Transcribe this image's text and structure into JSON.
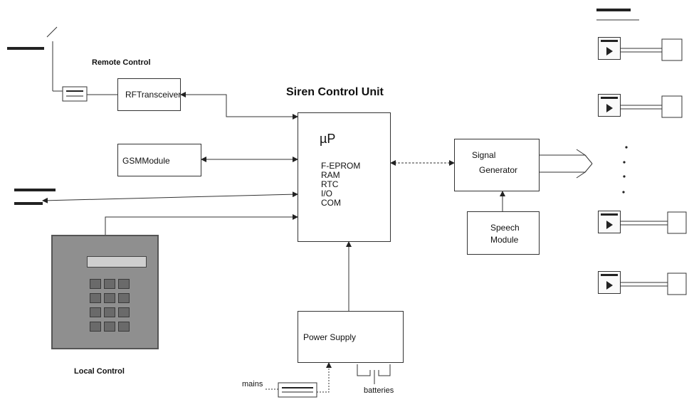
{
  "labels": {
    "title": "Siren Control Unit",
    "remote_control": "Remote Control",
    "local_control": "Local Control",
    "rf_transceiver": "RFTransceiver",
    "gsm_module": "GSMModule",
    "up": "µP",
    "up_items": [
      "F-EPROM",
      "RAM",
      "RTC",
      "I/O",
      "COM"
    ],
    "signal_generator_line1": "Signal",
    "signal_generator_line2": "Generator",
    "speech_module_line1": "Speech",
    "speech_module_line2": "Module",
    "power_supply": "Power Supply",
    "mains": "mains",
    "batteries": "batteries"
  },
  "icons": {
    "siren_devices": "siren-speaker-icon",
    "keypad": "local-control-keypad-icon",
    "antenna": "antenna-icon"
  }
}
